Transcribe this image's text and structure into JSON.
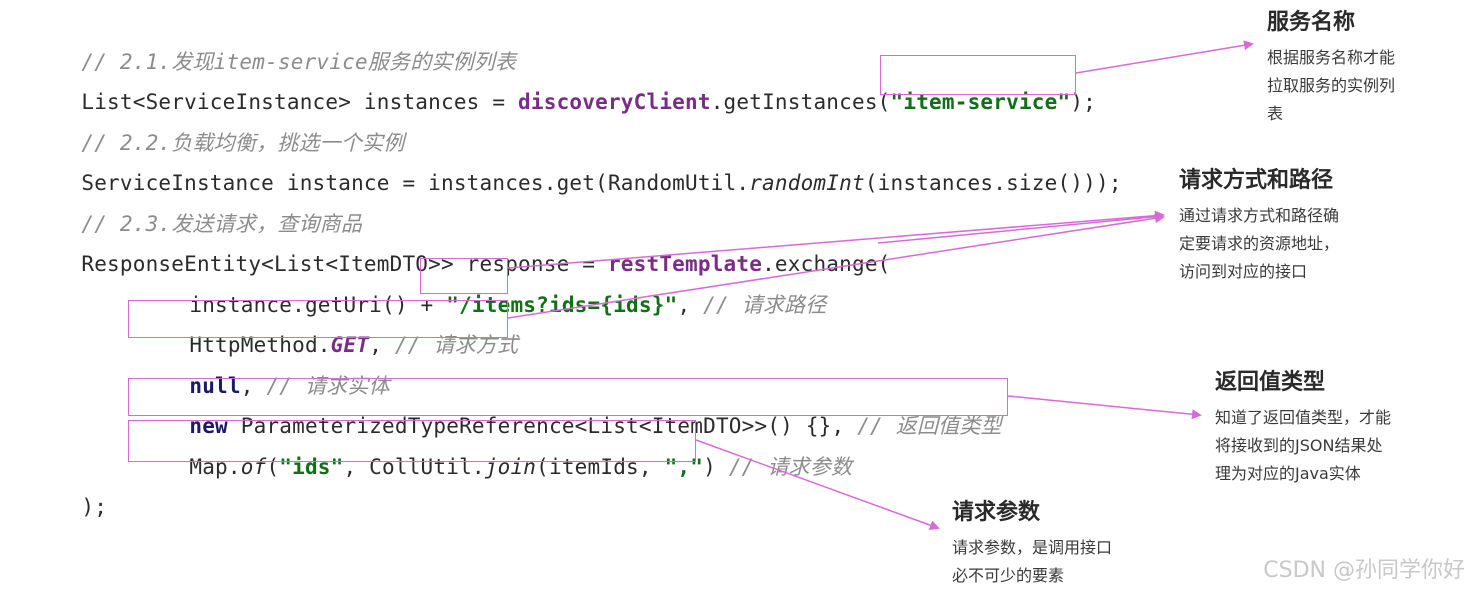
{
  "code": {
    "line1": {
      "comment": "// 2.1.发现item-service服务的实例列表"
    },
    "line2": {
      "a": "List<ServiceInstance> instances = ",
      "b": "discoveryClient",
      "c": ".getInstances(",
      "d": "\"item-service\"",
      "e": ");"
    },
    "line3": {
      "comment": "// 2.2.负载均衡，挑选一个实例"
    },
    "line4": {
      "a": "ServiceInstance instance = instances.get(RandomUtil.",
      "b": "randomInt",
      "c": "(instances.size()));"
    },
    "line5": {
      "comment": "// 2.3.发送请求，查询商品"
    },
    "line6": {
      "a": "ResponseEntity<List<ItemDTO>> response = ",
      "b": "restTemplate",
      "c": ".exchange("
    },
    "line7": {
      "a": "instance.getUri() + ",
      "b": "\"/items?ids={ids}\"",
      "c": ", ",
      "d": "// 请求路径"
    },
    "line8": {
      "a": "HttpMethod.",
      "b": "GET",
      "c": ", ",
      "d": "// 请求方式"
    },
    "line9": {
      "a": "null",
      "b": ", ",
      "c": "// 请求实体"
    },
    "line10": {
      "a": "new",
      "b": " ParameterizedTypeReference<List<ItemDTO>>() {}, ",
      "c": "// 返回值类型"
    },
    "line11": {
      "a": "Map.",
      "b": "of",
      "c": "(",
      "d": "\"ids\"",
      "e": ", CollUtil.",
      "f": "join",
      "g": "(itemIds, ",
      "h": "\",\"",
      "i": ")",
      "j": " ",
      "k": "// 请求参数"
    },
    "line12": {
      "a": ");"
    }
  },
  "annotations": {
    "service_name": {
      "title": "服务名称",
      "lines": [
        "根据服务名称才能",
        "拉取服务的实例列",
        "表"
      ]
    },
    "method_path": {
      "title": "请求方式和路径",
      "lines": [
        "通过请求方式和路径确",
        "定要请求的资源地址，",
        "访问到对应的接口"
      ]
    },
    "return_type": {
      "title": "返回值类型",
      "lines": [
        "知道了返回值类型，才能",
        "将接收到的JSON结果处",
        "理为对应的Java实体"
      ]
    },
    "request_params": {
      "title": "请求参数",
      "lines": [
        "请求参数，是调用接口",
        "必不可少的要素"
      ]
    }
  },
  "watermark": "CSDN @孙同学你好",
  "colors": {
    "highlight": "#d86ad8",
    "string": "#117016",
    "field": "#7a2d86",
    "keyword": "#1a1a66",
    "comment": "#8c8c8c"
  }
}
